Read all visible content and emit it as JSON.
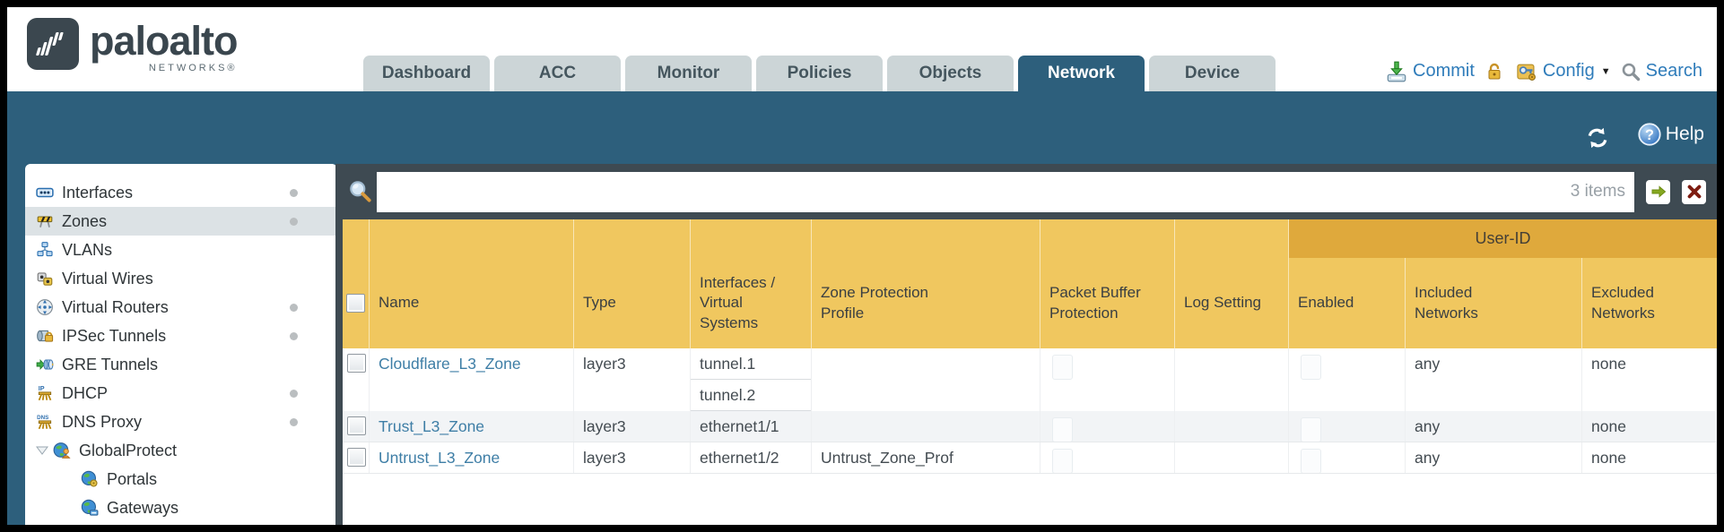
{
  "header": {
    "brand": {
      "name": "paloalto",
      "sub": "NETWORKS®"
    },
    "tabs": [
      {
        "label": "Dashboard",
        "active": false
      },
      {
        "label": "ACC",
        "active": false
      },
      {
        "label": "Monitor",
        "active": false
      },
      {
        "label": "Policies",
        "active": false
      },
      {
        "label": "Objects",
        "active": false
      },
      {
        "label": "Network",
        "active": true
      },
      {
        "label": "Device",
        "active": false
      }
    ],
    "actions": {
      "commit": "Commit",
      "config": "Config",
      "search": "Search",
      "caret": "▼"
    },
    "toolbar": {
      "help": "Help"
    }
  },
  "sidebar": {
    "items": [
      {
        "label": "Interfaces",
        "icon": "interfaces-icon",
        "dot": true,
        "selected": false
      },
      {
        "label": "Zones",
        "icon": "zones-icon",
        "dot": true,
        "selected": true
      },
      {
        "label": "VLANs",
        "icon": "vlans-icon",
        "dot": false,
        "selected": false
      },
      {
        "label": "Virtual Wires",
        "icon": "virtual-wires-icon",
        "dot": false,
        "selected": false
      },
      {
        "label": "Virtual Routers",
        "icon": "virtual-routers-icon",
        "dot": true,
        "selected": false
      },
      {
        "label": "IPSec Tunnels",
        "icon": "ipsec-tunnels-icon",
        "dot": true,
        "selected": false
      },
      {
        "label": "GRE Tunnels",
        "icon": "gre-tunnels-icon",
        "dot": false,
        "selected": false
      },
      {
        "label": "DHCP",
        "icon": "dhcp-icon",
        "dot": true,
        "selected": false
      },
      {
        "label": "DNS Proxy",
        "icon": "dns-proxy-icon",
        "dot": true,
        "selected": false
      },
      {
        "label": "GlobalProtect",
        "icon": "globalprotect-icon",
        "dot": false,
        "selected": false,
        "expanded": true
      },
      {
        "label": "Portals",
        "icon": "portals-icon",
        "dot": false,
        "selected": false,
        "indent": 1
      },
      {
        "label": "Gateways",
        "icon": "gateways-icon",
        "dot": false,
        "selected": false,
        "indent": 1
      }
    ]
  },
  "content": {
    "filter": {
      "value": "",
      "count_label": "3 items"
    },
    "table": {
      "group_header": "User-ID",
      "columns": [
        "Name",
        "Type",
        "Interfaces / Virtual Systems",
        "Zone Protection Profile",
        "Packet Buffer Protection",
        "Log Setting",
        "Enabled",
        "Included Networks",
        "Excluded Networks"
      ],
      "rows": [
        {
          "name": "Cloudflare_L3_Zone",
          "type": "layer3",
          "interfaces": [
            "tunnel.1",
            "tunnel.2"
          ],
          "zone_protection_profile": "",
          "packet_buffer_protection_checked": false,
          "log_setting": "",
          "user_id_enabled_checked": false,
          "included_networks": "any",
          "excluded_networks": "none"
        },
        {
          "name": "Trust_L3_Zone",
          "type": "layer3",
          "interfaces": [
            "ethernet1/1"
          ],
          "zone_protection_profile": "",
          "packet_buffer_protection_checked": false,
          "log_setting": "",
          "user_id_enabled_checked": false,
          "included_networks": "any",
          "excluded_networks": "none"
        },
        {
          "name": "Untrust_L3_Zone",
          "type": "layer3",
          "interfaces": [
            "ethernet1/2"
          ],
          "zone_protection_profile": "Untrust_Zone_Prof",
          "packet_buffer_protection_checked": false,
          "log_setting": "",
          "user_id_enabled_checked": false,
          "included_networks": "any",
          "excluded_networks": "none"
        }
      ]
    }
  },
  "colors": {
    "teal_band": "#2d5f7c",
    "slate_bar": "#3e4a52",
    "header_amber": "#f0c75f",
    "user_id_band": "#dfa93c",
    "link_blue": "#3e7ea6",
    "action_blue": "#2f7cba",
    "tab_inactive": "#ccd5d7",
    "row_alt": "#f2f4f6"
  }
}
